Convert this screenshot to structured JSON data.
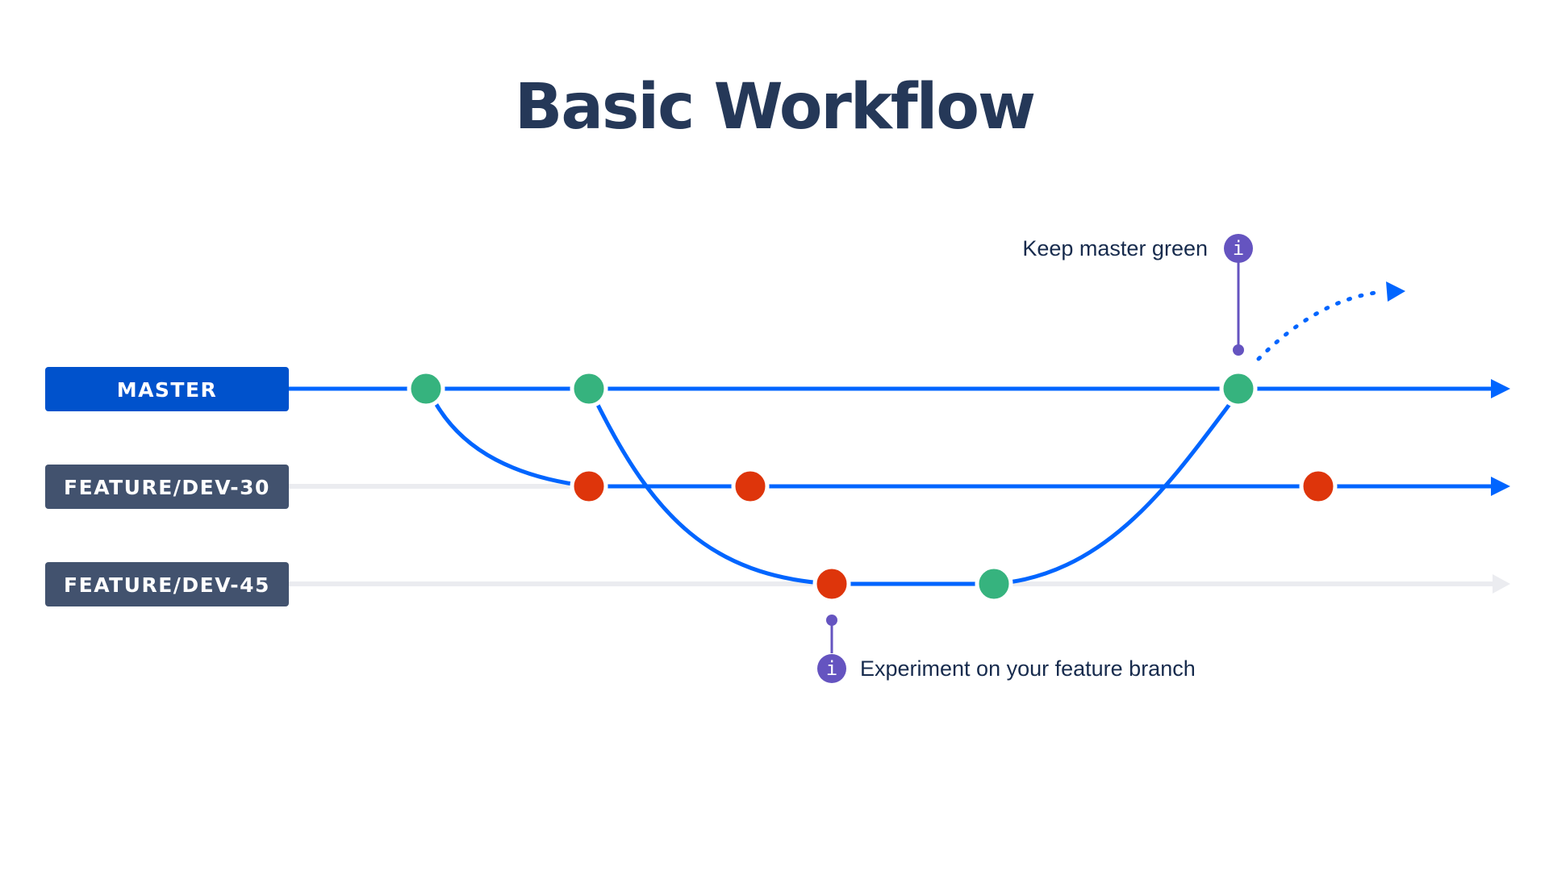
{
  "title": "Basic Workflow",
  "branches": [
    {
      "id": "master",
      "label": "MASTER"
    },
    {
      "id": "dev30",
      "label": "FEATURE/DEV-30"
    },
    {
      "id": "dev45",
      "label": "FEATURE/DEV-45"
    }
  ],
  "annotations": {
    "top": {
      "text": "Keep master green",
      "icon": "info-icon"
    },
    "bottom": {
      "text": "Experiment on your feature branch",
      "icon": "info-icon"
    }
  },
  "info_glyph": "i",
  "commit_status": {
    "passing": "green",
    "failing": "red"
  },
  "colors": {
    "title": "#253858",
    "master_label_bg": "#0052CC",
    "feature_label_bg": "#42526E",
    "active_line": "#0065FF",
    "inactive_line": "#EBECF0",
    "commit_green": "#36B37E",
    "commit_red": "#DE350B",
    "annotation": "#6554C0"
  }
}
